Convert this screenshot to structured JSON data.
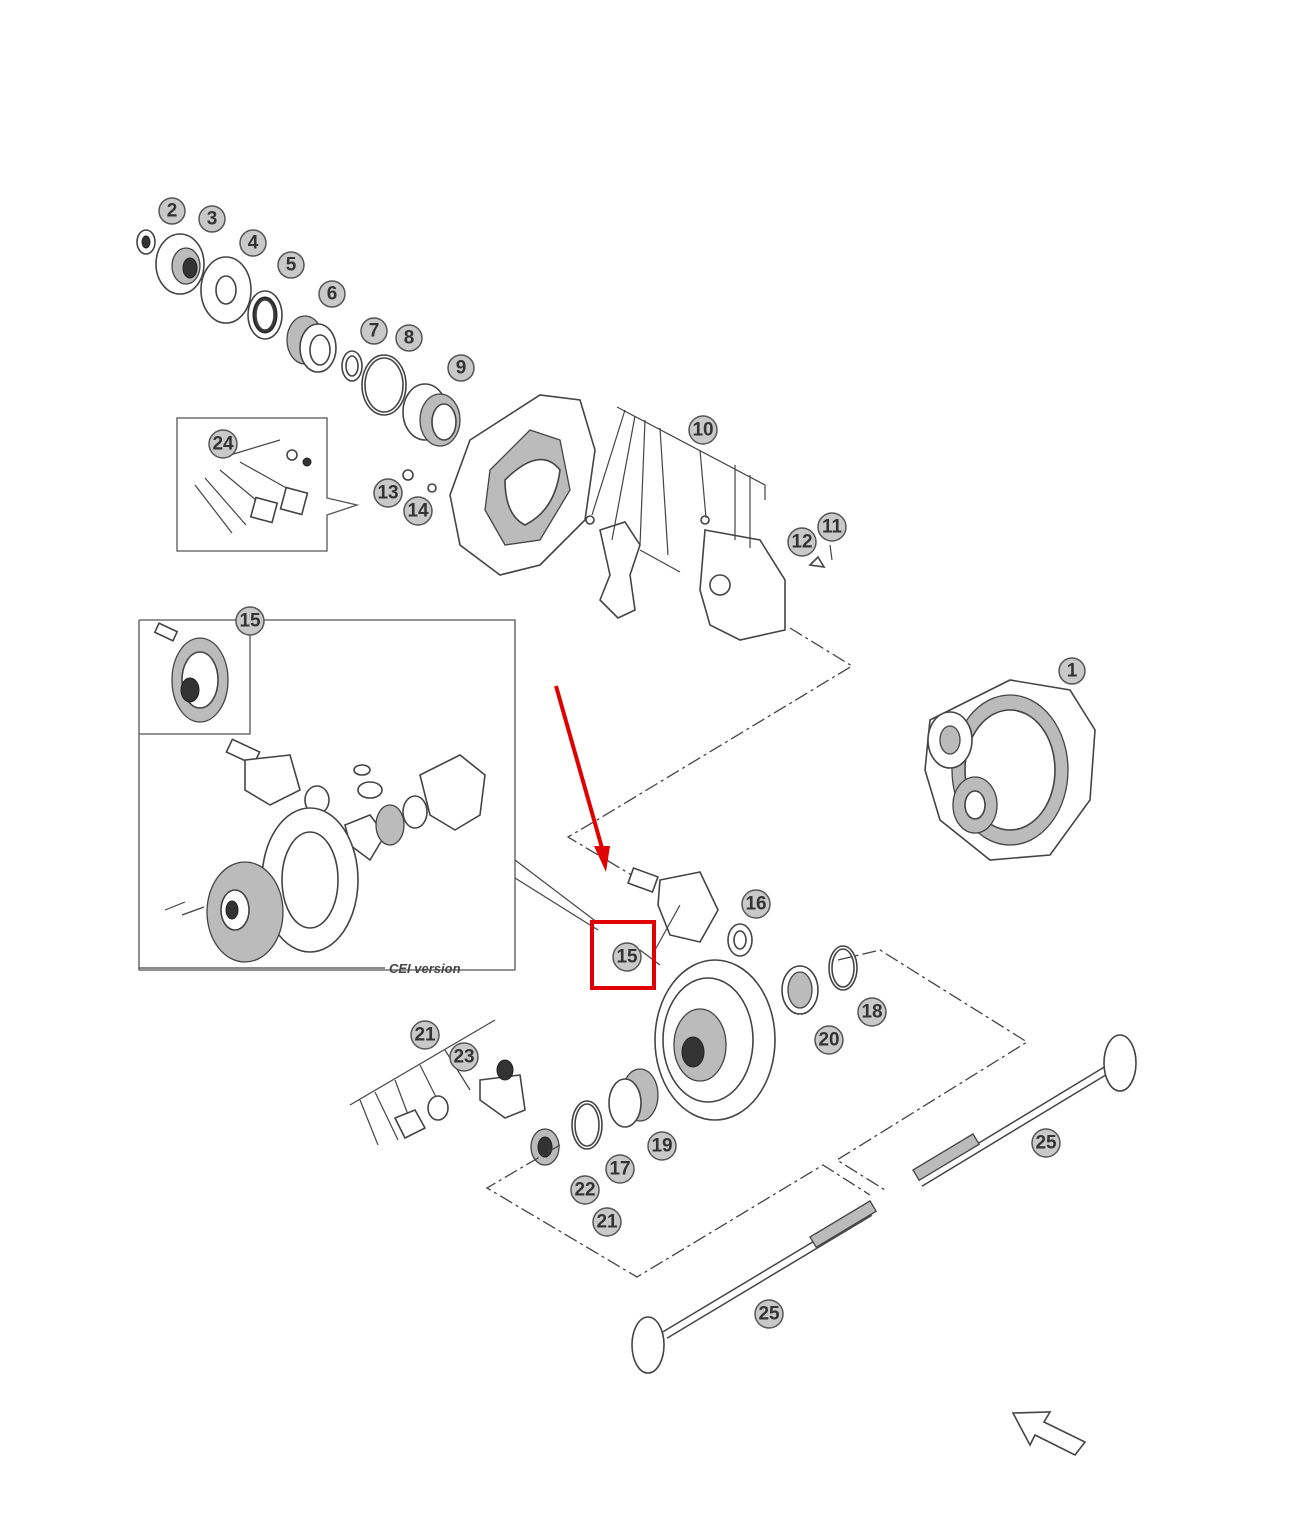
{
  "diagram": {
    "inset_label": "CEI version",
    "highlight_color": "#e00000",
    "highlighted_callout": "15",
    "callouts": [
      "2",
      "3",
      "4",
      "5",
      "6",
      "7",
      "8",
      "9",
      "10",
      "24",
      "13",
      "14",
      "12",
      "11",
      "15",
      "1",
      "16",
      "15",
      "18",
      "20",
      "21",
      "23",
      "19",
      "17",
      "22",
      "21",
      "25",
      "25"
    ]
  }
}
